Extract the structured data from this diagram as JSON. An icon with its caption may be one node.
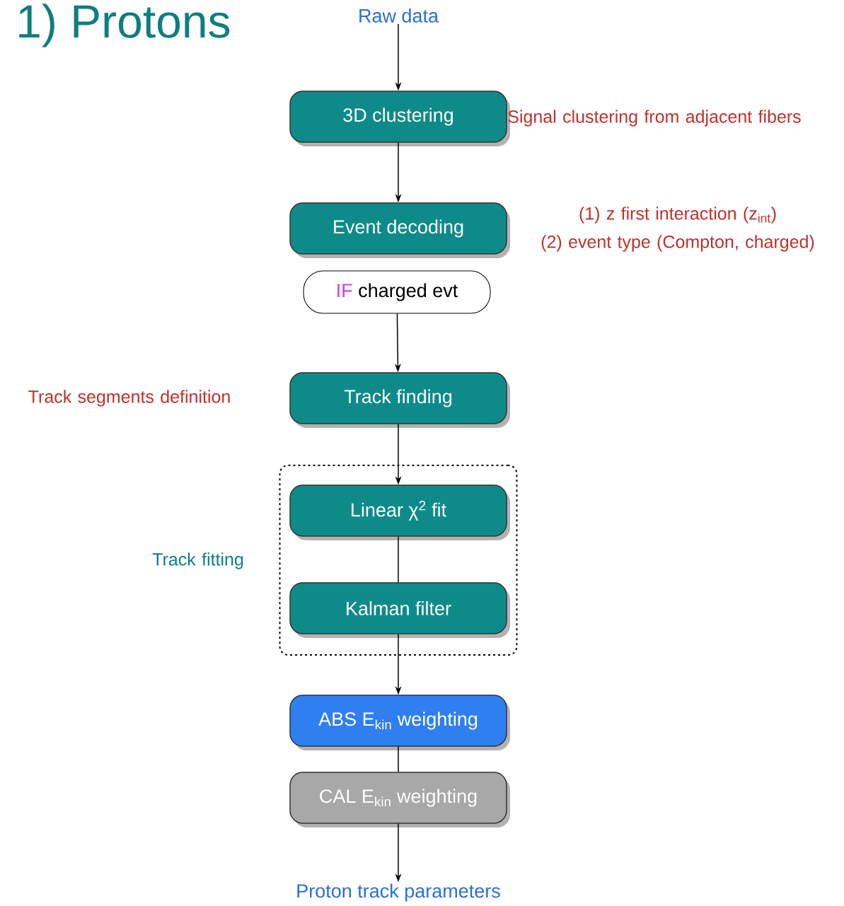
{
  "diagram": {
    "title": "1) Protons",
    "nodes": [
      {
        "text": [
          "Raw data"
        ]
      },
      {
        "text": [
          "3D clustering"
        ],
        "beside": [
          "Signal clustering from adjacent fibers"
        ]
      },
      {
        "text": [
          "Event decoding"
        ],
        "beside": [
          "(1) z first interaction (z$_{int}$)",
          "(2) event type (Compton, charged)"
        ]
      },
      {
        "text": [
          "IF",
          "charged evt"
        ]
      },
      {
        "text": [
          "Track finding"
        ],
        "beside": [
          "Track segments definition"
        ]
      },
      {
        "text": [],
        "shape": "box",
        "beside": [
          "Track fitting"
        ]
      },
      {
        "text": [
          "Linear χ$^{2}$ fit"
        ],
        "in": 5
      },
      {
        "text": [
          "Kalman filter"
        ],
        "in": 5
      },
      {
        "text": [
          "ABS E$_{kin}$ weighting"
        ]
      },
      {
        "text": [
          "CAL E$_{kin}$ weighting"
        ]
      },
      {
        "text": [
          "Proton track parameters"
        ]
      }
    ],
    "edges": [
      {
        "from": 0,
        "to": 1,
        "arrow": "to"
      },
      {
        "from": 1,
        "to": 2,
        "arrow": "to"
      },
      {
        "from": 3,
        "to": 4,
        "arrow": "to"
      },
      {
        "from": 4,
        "to": 6,
        "arrow": "to"
      },
      {
        "from": 6,
        "to": 7,
        "arrow": "none"
      },
      {
        "from": 7,
        "to": 8,
        "arrow": "to"
      },
      {
        "from": 8,
        "to": 9,
        "arrow": "none"
      },
      {
        "from": 9,
        "to": 10,
        "arrow": "to"
      }
    ]
  }
}
